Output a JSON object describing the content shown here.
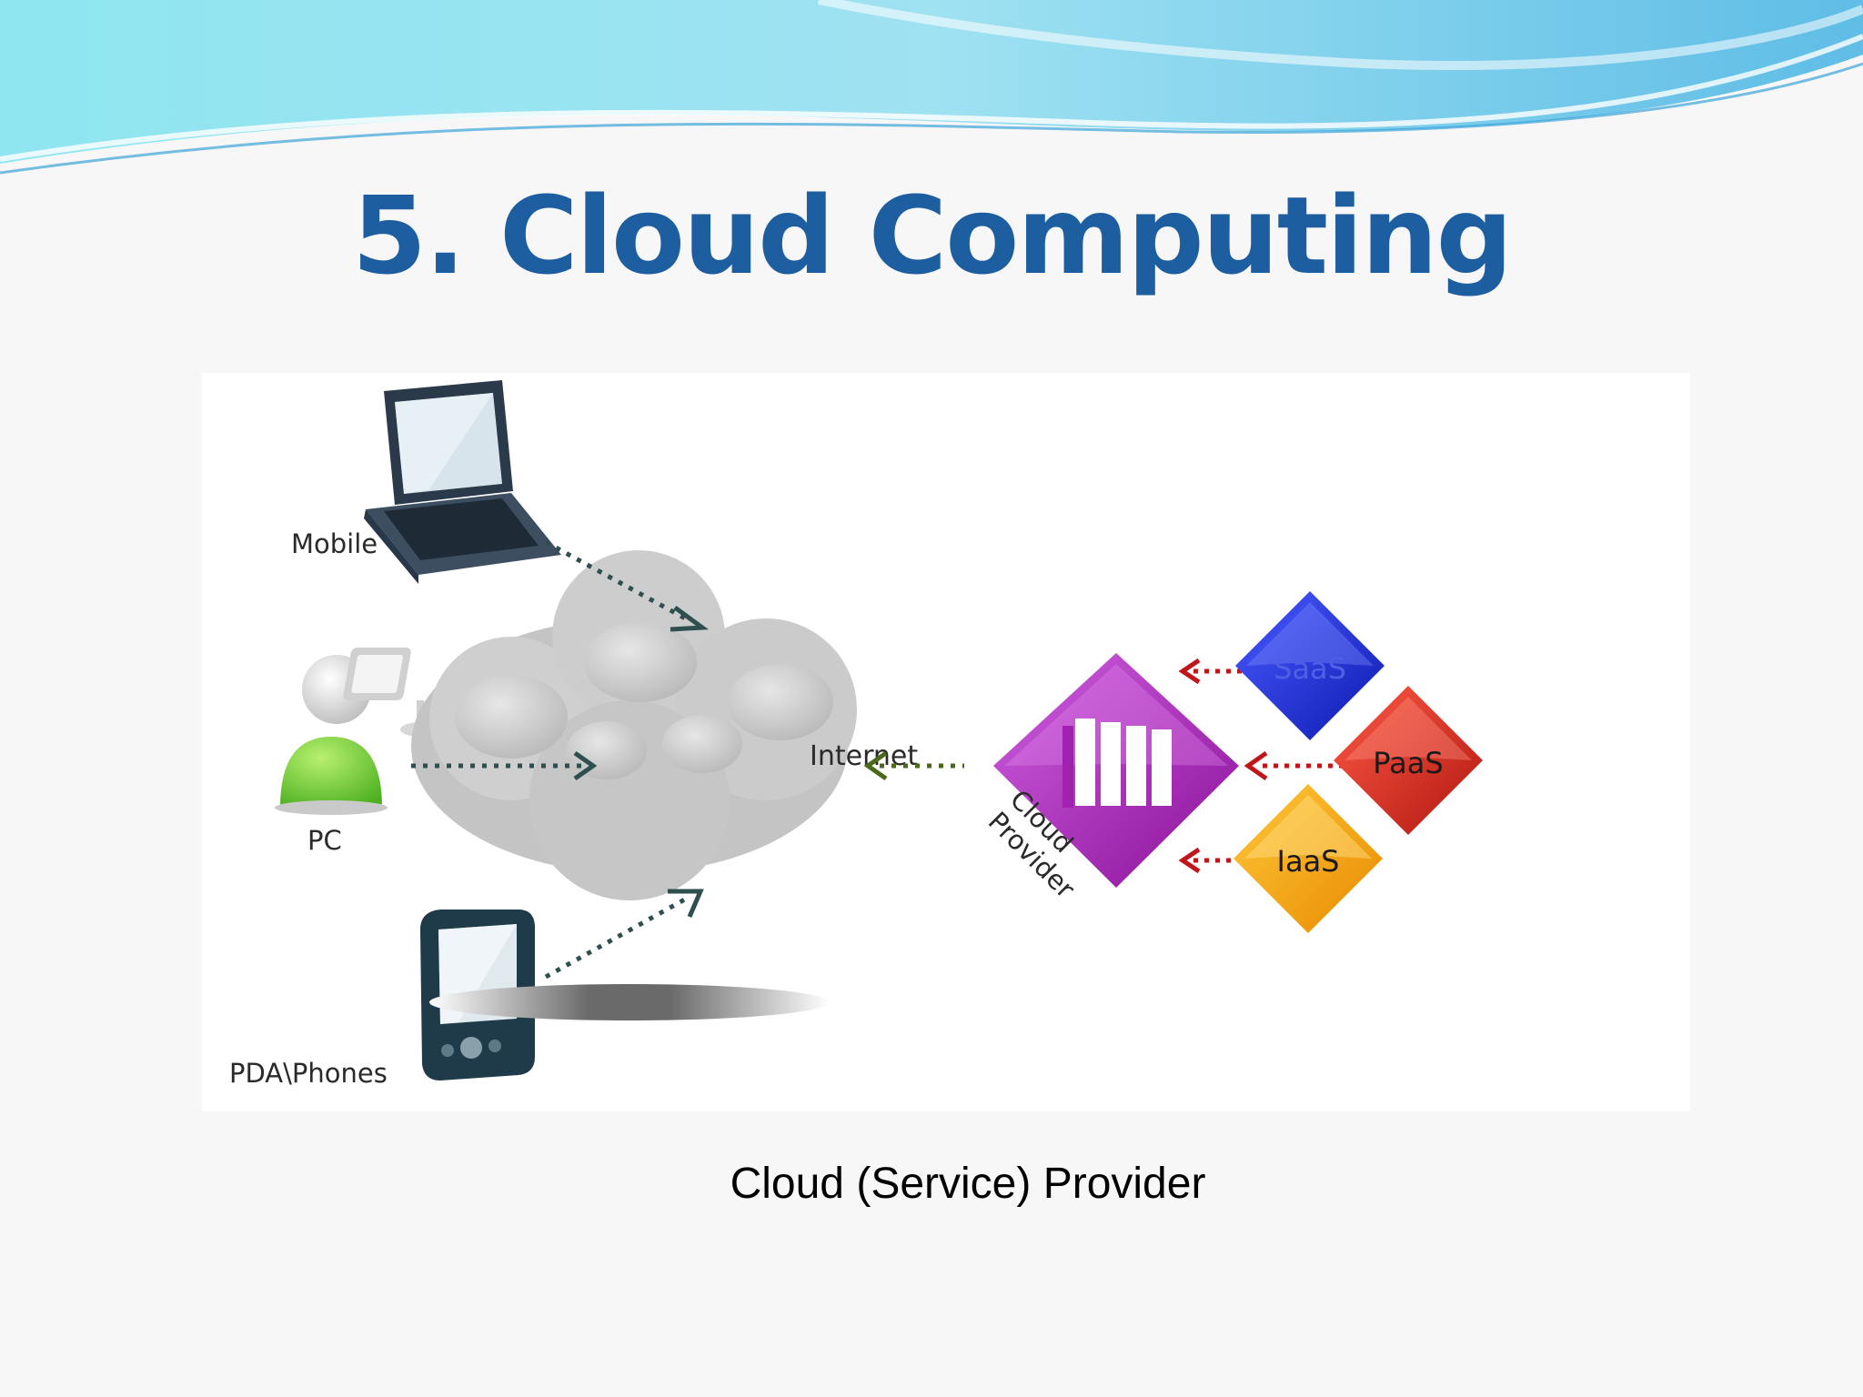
{
  "slide": {
    "title": "5. Cloud Computing",
    "caption": "Cloud (Service) Provider"
  },
  "diagram": {
    "center": {
      "label": "Internet"
    },
    "clients": [
      {
        "label": "Mobile",
        "icon": "laptop-icon"
      },
      {
        "label": "PC",
        "icon": "user-pc-icon"
      },
      {
        "label": "PDA\\Phones",
        "icon": "pda-icon"
      }
    ],
    "provider": {
      "label": "Cloud Provider",
      "icon": "server-rack-icon",
      "color": "#a020b0"
    },
    "services": [
      {
        "label": "SaaS",
        "color": "#1a2fd8"
      },
      {
        "label": "PaaS",
        "color": "#d62a1e"
      },
      {
        "label": "IaaS",
        "color": "#f5a20a"
      }
    ]
  },
  "colors": {
    "title": "#1d5ea0",
    "wave_light": "#8fe6f0",
    "wave_dark": "#3aa4d8",
    "client_arrow": "#2f4f4f",
    "provider_arrow": "#4a6a1a",
    "service_arrow": "#c0161a"
  }
}
